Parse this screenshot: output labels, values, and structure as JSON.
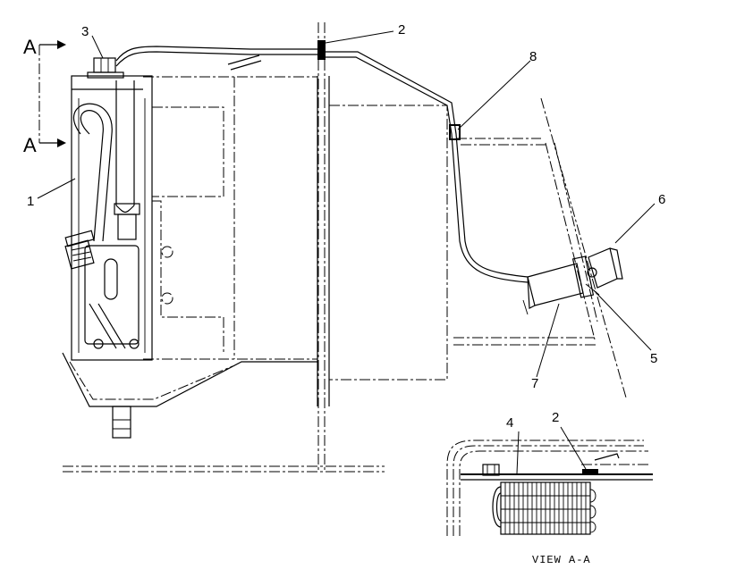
{
  "callouts": {
    "c1": "1",
    "c2": "2",
    "c3": "3",
    "c4": "4",
    "c5": "5",
    "c6": "6",
    "c7": "7",
    "c8": "8",
    "c2_view": "2"
  },
  "section_marks": {
    "upper": "A",
    "lower": "A"
  },
  "view_caption": "VIEW A-A"
}
